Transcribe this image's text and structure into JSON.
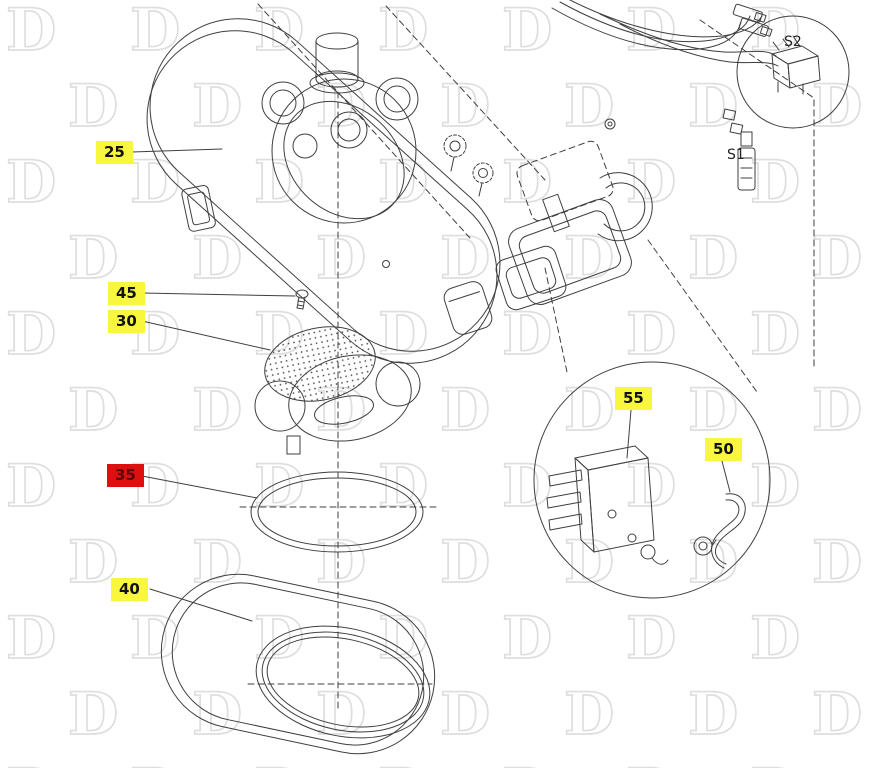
{
  "page": {
    "watermark_letter": "D"
  },
  "colors": {
    "highlight_yellow": "#f8f73e",
    "highlight_red_bg": "#dd1010",
    "highlight_red_text": "#5f0404",
    "line": "#3f3f3f"
  },
  "labels": {
    "part25": "25",
    "part45": "45",
    "part30": "30",
    "part35": "35",
    "part40": "40",
    "part55": "55",
    "part50": "50",
    "s2": "S2",
    "s1": "S1"
  }
}
